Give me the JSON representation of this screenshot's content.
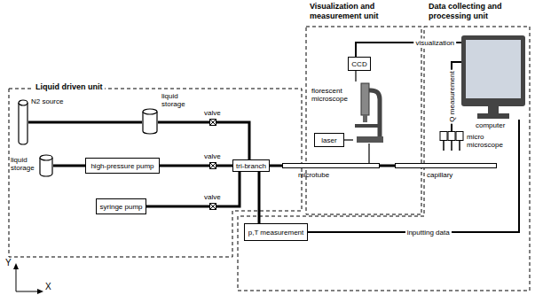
{
  "diagram": {
    "nodes": [
      {
        "text": [
          "Liquid driven unit"
        ]
      },
      {
        "text": [
          "Visualization and measurement unit"
        ]
      },
      {
        "text": [
          "Data collecting and processing unit"
        ]
      },
      {
        "text": [
          "N2 source"
        ],
        "in": 0
      },
      {
        "text": [
          "liquid storage"
        ],
        "in": 0
      },
      {
        "text": [
          "valve"
        ],
        "in": 0
      },
      {
        "text": [
          "liquid storage"
        ],
        "in": 0
      },
      {
        "text": [
          "high-pressure pump"
        ],
        "in": 0
      },
      {
        "text": [
          "valve"
        ],
        "in": 0
      },
      {
        "text": [
          "syringe pump"
        ],
        "in": 0
      },
      {
        "text": [
          "valve"
        ],
        "in": 0
      },
      {
        "text": [
          "tri-branch"
        ],
        "in": 0
      },
      {
        "text": [
          "CCD"
        ],
        "in": 1
      },
      {
        "text": [
          "florescent microscope"
        ],
        "in": 1
      },
      {
        "text": [
          "laser"
        ],
        "in": 1
      },
      {
        "text": [
          "computer"
        ],
        "in": 2
      },
      {
        "text": [
          "micro microscope"
        ],
        "in": 2
      },
      {
        "text": [
          "p,T measurement"
        ],
        "in": 2
      },
      {
        "text": [
          "microtube"
        ]
      },
      {
        "text": [
          "capillary"
        ]
      }
    ],
    "edges": [
      {
        "from": 3,
        "to": 4,
        "arrow": "none"
      },
      {
        "from": 4,
        "to": 5,
        "arrow": "none"
      },
      {
        "from": 5,
        "to": 11,
        "arrow": "none"
      },
      {
        "from": 6,
        "to": 7,
        "arrow": "none"
      },
      {
        "from": 7,
        "to": 8,
        "arrow": "none"
      },
      {
        "from": 8,
        "to": 11,
        "arrow": "none"
      },
      {
        "from": 9,
        "to": 10,
        "arrow": "none"
      },
      {
        "from": 10,
        "to": 11,
        "arrow": "none"
      },
      {
        "from": 11,
        "to": 18,
        "arrow": "none"
      },
      {
        "from": 18,
        "to": 19,
        "arrow": "none"
      },
      {
        "from": 11,
        "to": 17,
        "arrow": "none"
      },
      {
        "from": 17,
        "to": 15,
        "label": "inputting data",
        "arrow": "none"
      },
      {
        "from": 12,
        "to": 15,
        "label": "visualization",
        "arrow": "none"
      },
      {
        "from": 16,
        "to": 15,
        "label": "Q measurement",
        "arrow": "none"
      },
      {
        "from": 14,
        "to": 13,
        "arrow": "none"
      },
      {
        "from": 12,
        "to": 13,
        "arrow": "none"
      },
      {
        "from": 13,
        "to": 18,
        "arrow": "none"
      }
    ],
    "labels": [
      "Y",
      "X"
    ]
  }
}
